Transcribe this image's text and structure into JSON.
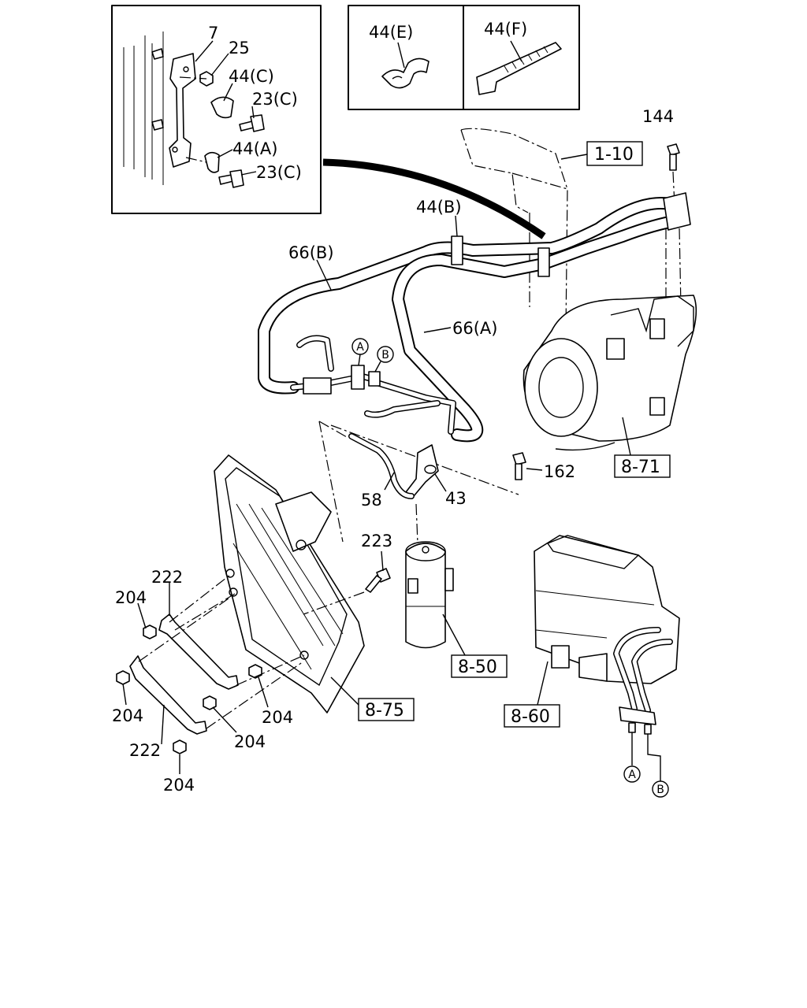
{
  "inset_labels": {
    "part_7": "7",
    "part_25": "25",
    "part_44c": "44(C)",
    "part_23c_top": "23(C)",
    "part_44a": "44(A)",
    "part_23c_bottom": "23(C)",
    "part_44e": "44(E)",
    "part_44f": "44(F)"
  },
  "part_labels": {
    "p144": "144",
    "p44b": "44(B)",
    "p66b": "66(B)",
    "p66a": "66(A)",
    "p162": "162",
    "p58": "58",
    "p43": "43",
    "p223": "223",
    "p222_top": "222",
    "p222_bottom": "222",
    "p204_a": "204",
    "p204_b": "204",
    "p204_c": "204",
    "p204_d": "204",
    "p204_e": "204"
  },
  "ref_boxes": {
    "r1_10": "1-10",
    "r8_71": "8-71",
    "r8_50": "8-50",
    "r8_75": "8-75",
    "r8_60": "8-60"
  },
  "connection_marks": {
    "a_top": "A",
    "b_top": "B",
    "a_bottom": "A",
    "b_bottom": "B"
  },
  "icons": {
    "line_color": "#000000",
    "background": "#ffffff"
  }
}
